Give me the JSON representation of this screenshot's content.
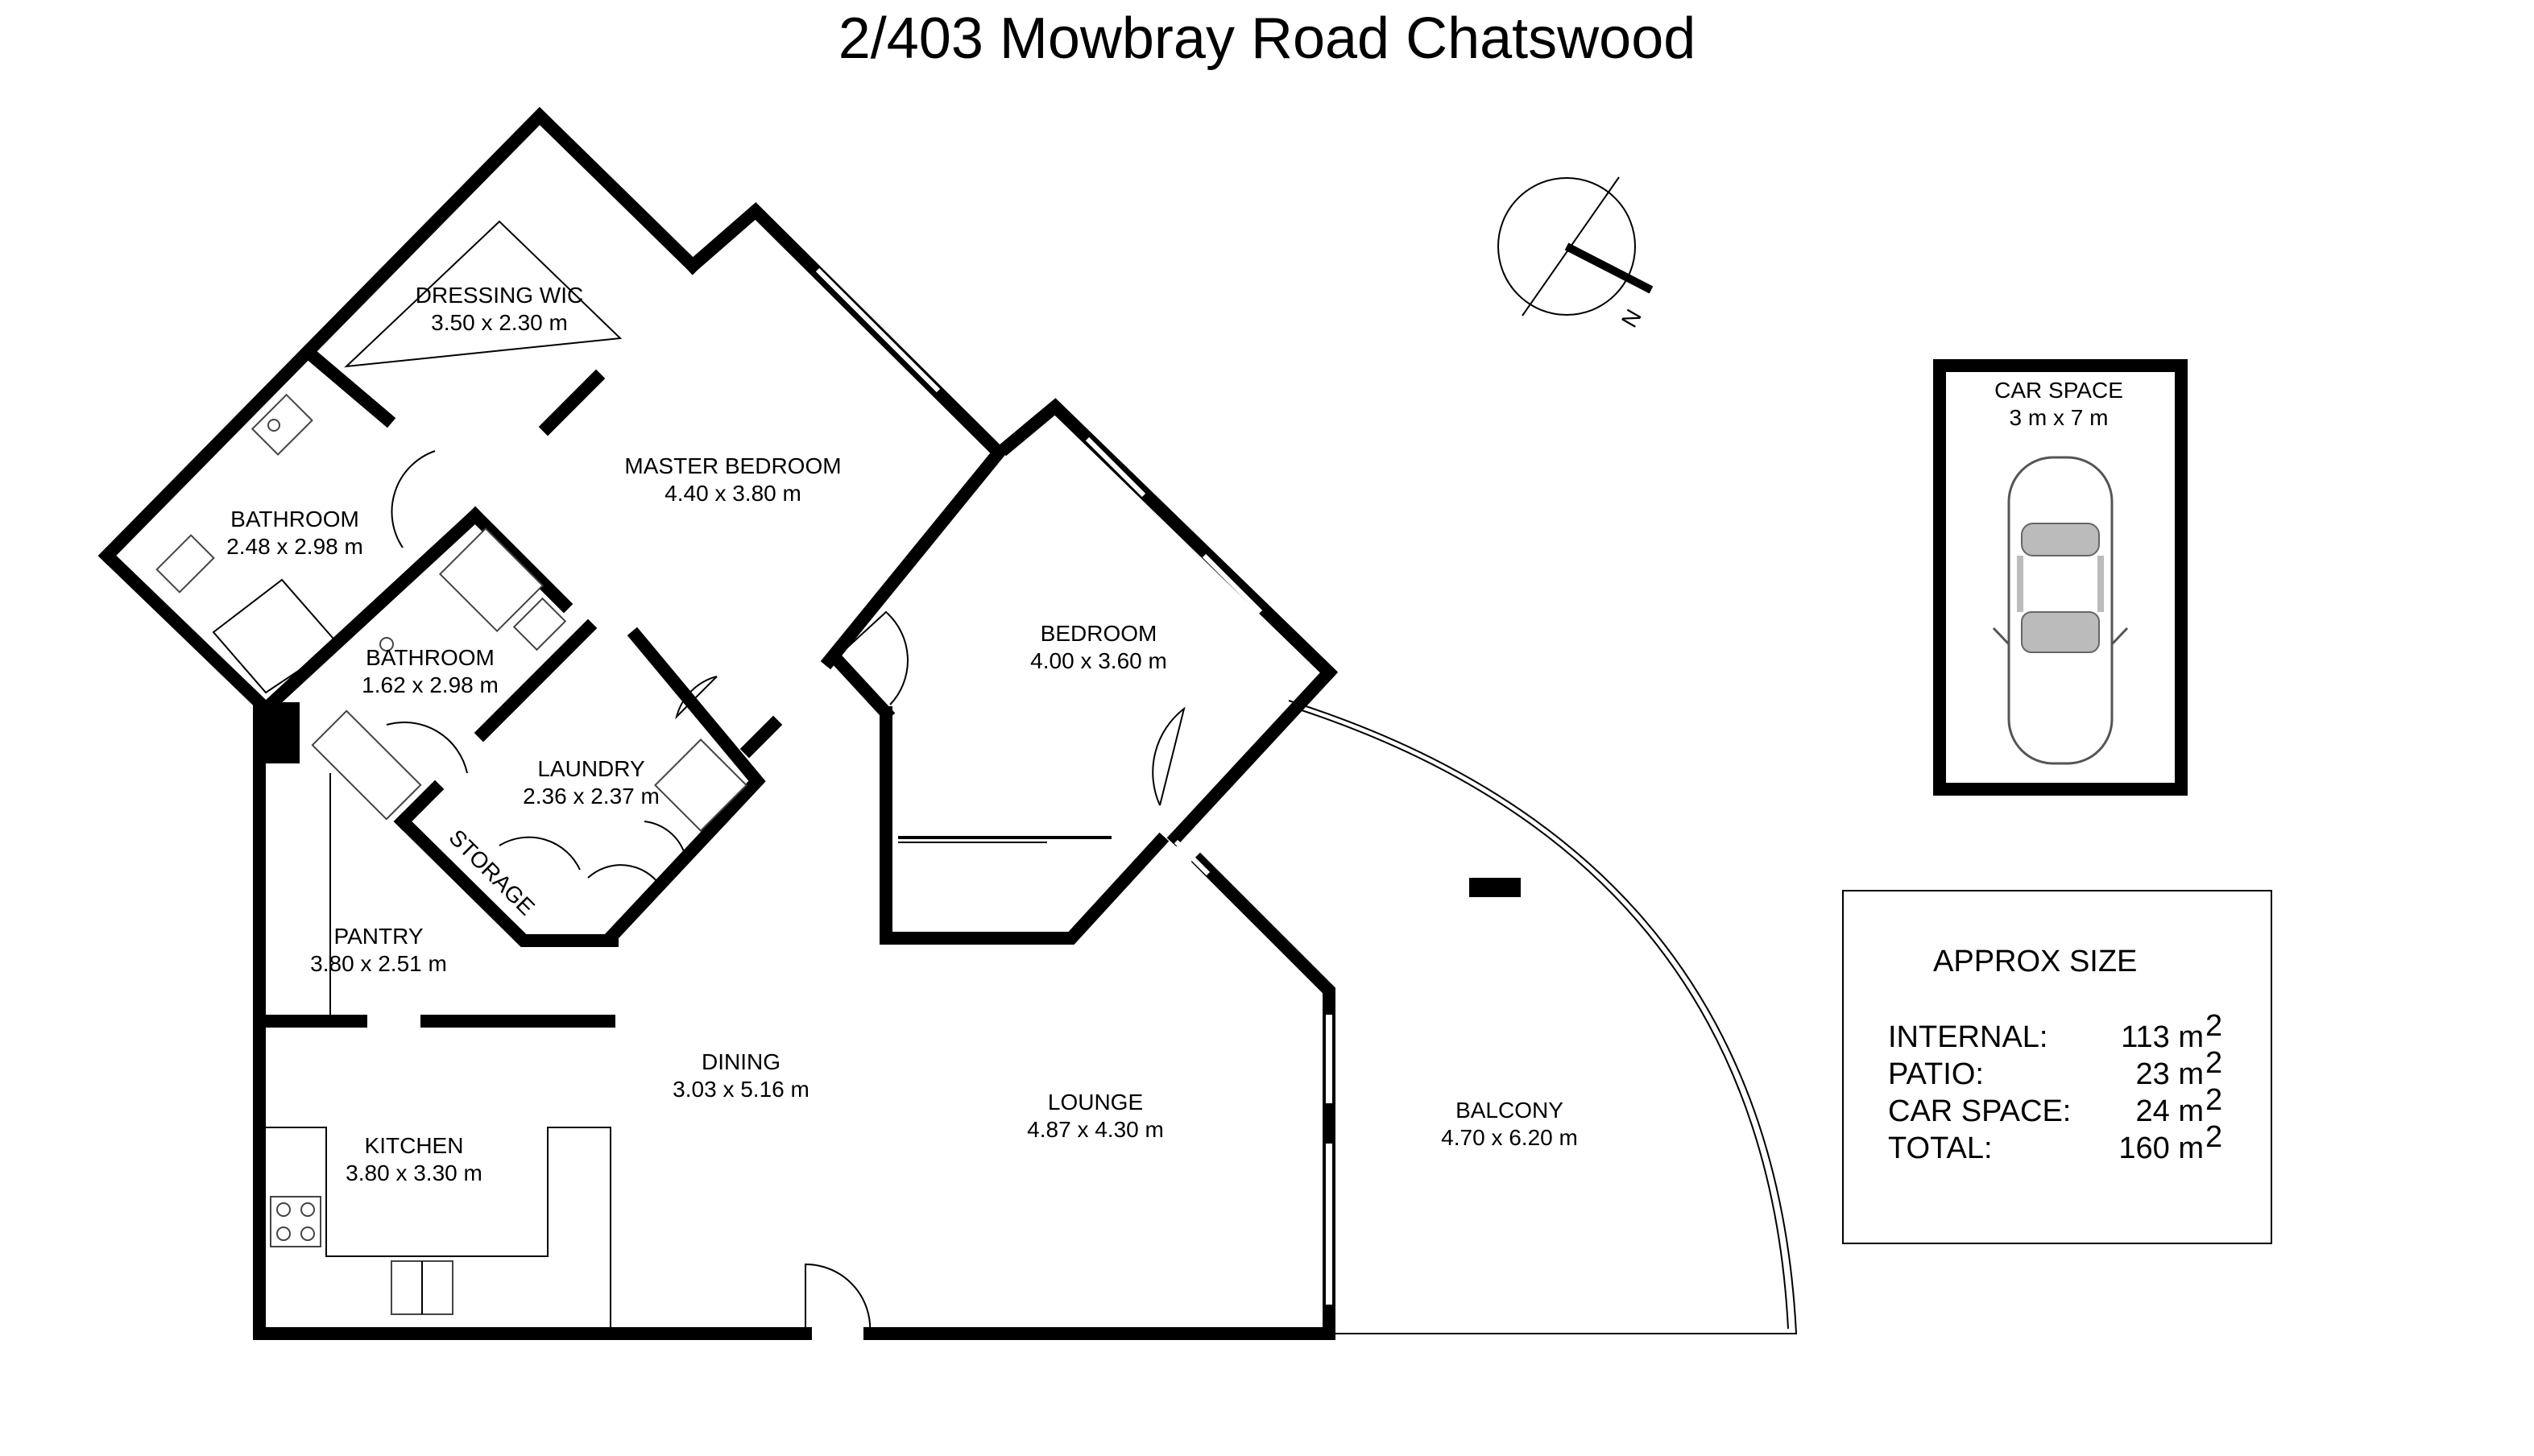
{
  "title": "2/403 Mowbray Road Chatswood",
  "compass": {
    "label": "N"
  },
  "rooms": [
    {
      "id": "dressing-wic",
      "name": "DRESSING WIC",
      "size": "3.50 x 2.30 m"
    },
    {
      "id": "master-bedroom",
      "name": "MASTER BEDROOM",
      "size": "4.40 x 3.80 m"
    },
    {
      "id": "bathroom-1",
      "name": "BATHROOM",
      "size": "2.48 x 2.98 m"
    },
    {
      "id": "bathroom-2",
      "name": "BATHROOM",
      "size": "1.62 x 2.98 m"
    },
    {
      "id": "laundry",
      "name": "LAUNDRY",
      "size": "2.36 x 2.37 m"
    },
    {
      "id": "storage",
      "name": "STORAGE",
      "size": ""
    },
    {
      "id": "bedroom",
      "name": "BEDROOM",
      "size": "4.00 x 3.60 m"
    },
    {
      "id": "pantry",
      "name": "PANTRY",
      "size": "3.80 x 2.51 m"
    },
    {
      "id": "dining",
      "name": "DINING",
      "size": "3.03 x 5.16 m"
    },
    {
      "id": "lounge",
      "name": "LOUNGE",
      "size": "4.87 x 4.30 m"
    },
    {
      "id": "kitchen",
      "name": "KITCHEN",
      "size": "3.80 x 3.30 m"
    },
    {
      "id": "balcony",
      "name": "BALCONY",
      "size": "4.70 x 6.20 m"
    },
    {
      "id": "car-space",
      "name": "CAR SPACE",
      "size": "3  m x 7 m"
    }
  ],
  "legend": {
    "heading": "APPROX SIZE",
    "rows": [
      {
        "label": "INTERNAL:",
        "value": "113 m",
        "sup": "2"
      },
      {
        "label": "PATIO:",
        "value": "23 m",
        "sup": "2"
      },
      {
        "label": "CAR SPACE:",
        "value": "24 m",
        "sup": "2"
      },
      {
        "label": "TOTAL:",
        "value": "160 m",
        "sup": "2"
      }
    ]
  }
}
